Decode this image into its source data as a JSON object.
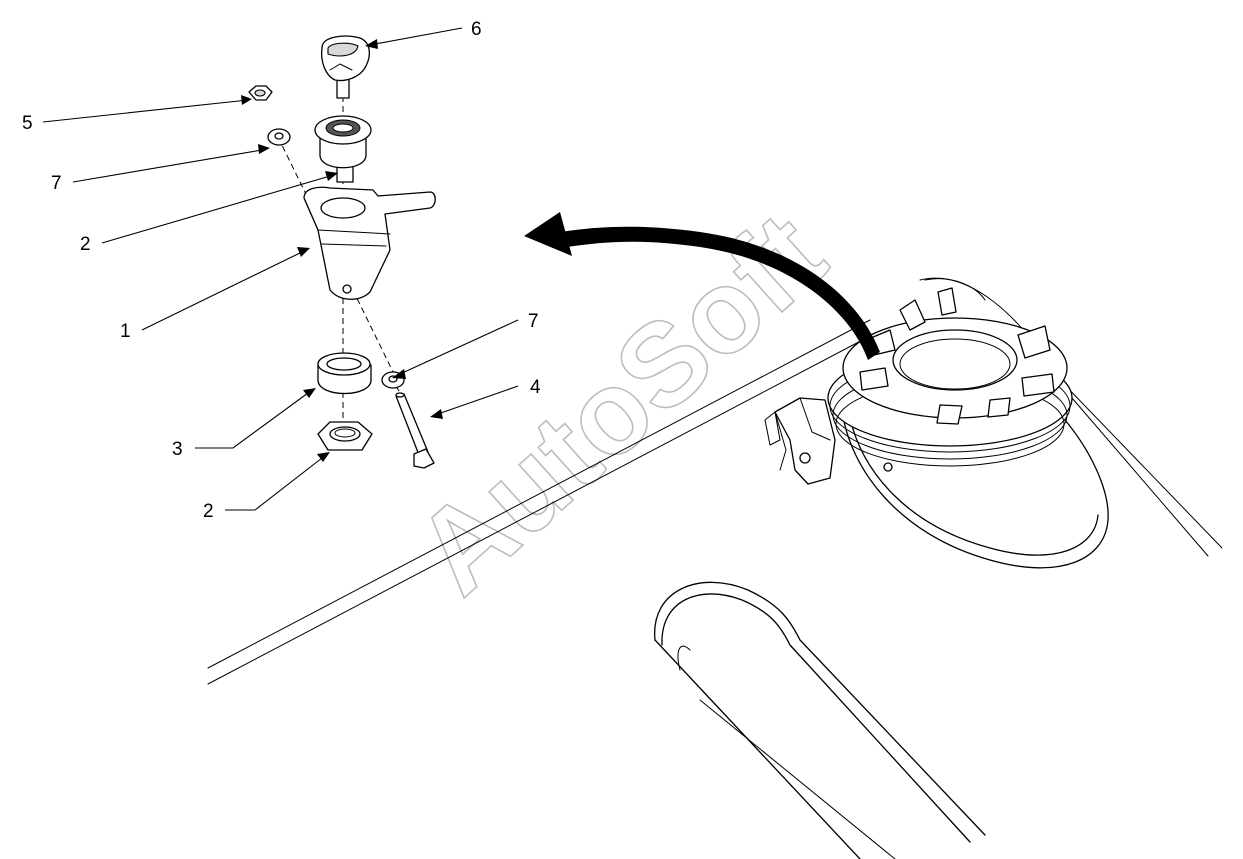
{
  "watermark": "AutoSoft",
  "callouts": [
    {
      "id": "label-6-top",
      "text": "6"
    },
    {
      "id": "label-5",
      "text": "5"
    },
    {
      "id": "label-7-left",
      "text": "7"
    },
    {
      "id": "label-2-upper",
      "text": "2"
    },
    {
      "id": "label-1",
      "text": "1"
    },
    {
      "id": "label-7-right",
      "text": "7"
    },
    {
      "id": "label-4",
      "text": "4"
    },
    {
      "id": "label-3",
      "text": "3"
    },
    {
      "id": "label-2-lower",
      "text": "2"
    }
  ]
}
